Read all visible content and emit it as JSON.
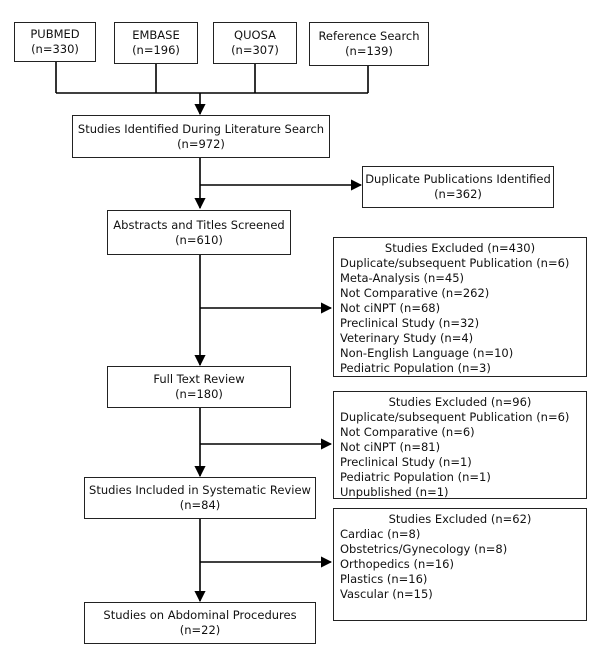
{
  "sources": [
    {
      "name": "PUBMED",
      "count": "(n=330)"
    },
    {
      "name": "EMBASE",
      "count": "(n=196)"
    },
    {
      "name": "QUOSA",
      "count": "(n=307)"
    },
    {
      "name": "Reference Search",
      "count": "(n=139)"
    }
  ],
  "identified": {
    "label": "Studies Identified During Literature Search",
    "count": "(n=972)"
  },
  "duplicates": {
    "label": "Duplicate Publications Identified",
    "count": "(n=362)"
  },
  "screened": {
    "label": "Abstracts and Titles Screened",
    "count": "(n=610)"
  },
  "excluded1": {
    "title": "Studies Excluded (n=430)",
    "items": [
      "Duplicate/subsequent Publication (n=6)",
      "Meta-Analysis (n=45)",
      "Not Comparative (n=262)",
      "Not ciNPT (n=68)",
      "Preclinical Study (n=32)",
      "Veterinary Study (n=4)",
      "Non-English Language (n=10)",
      "Pediatric Population (n=3)"
    ]
  },
  "fulltext": {
    "label": "Full Text Review",
    "count": "(n=180)"
  },
  "excluded2": {
    "title": "Studies Excluded (n=96)",
    "items": [
      "Duplicate/subsequent Publication (n=6)",
      "Not Comparative (n=6)",
      "Not ciNPT (n=81)",
      "Preclinical Study (n=1)",
      "Pediatric Population (n=1)",
      "Unpublished (n=1)"
    ]
  },
  "included": {
    "label": "Studies Included in Systematic Review",
    "count": "(n=84)"
  },
  "excluded3": {
    "title": "Studies Excluded (n=62)",
    "items": [
      "Cardiac (n=8)",
      "Obstetrics/Gynecology (n=8)",
      "Orthopedics (n=16)",
      "Plastics (n=16)",
      "Vascular (n=15)"
    ]
  },
  "abdominal": {
    "label": "Studies on Abdominal Procedures",
    "count": "(n=22)"
  }
}
